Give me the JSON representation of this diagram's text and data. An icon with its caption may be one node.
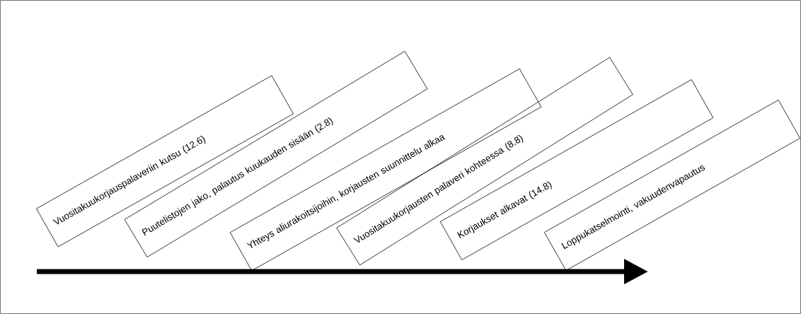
{
  "diagram": {
    "nodes": [
      {
        "text": [
          "Vuositakuukorjauspalaveriin kutsu (12.6)"
        ]
      },
      {
        "text": [
          "Puutelistojen jako, palautus kuukauden sisään (2.8)"
        ]
      },
      {
        "text": [
          "Yhteys aliurakoitsijoihin, korjausten suunnittelu alkaa"
        ]
      },
      {
        "text": [
          "Vuositakuukorjausten palaveri kohteessa (8.8)"
        ]
      },
      {
        "text": [
          "Korjaukset alkavat (14.8)"
        ]
      },
      {
        "text": [
          "Loppukatselmointi, vakuudenvapautus"
        ]
      }
    ]
  }
}
